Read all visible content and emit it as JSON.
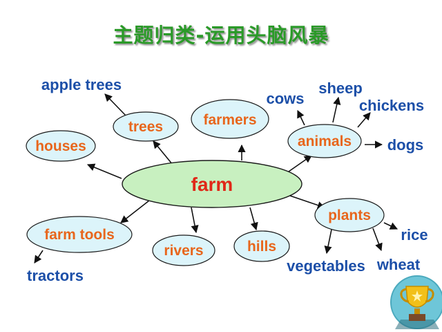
{
  "title": "主题归类-运用头脑风暴",
  "center": "farm",
  "nodes": {
    "trees": "trees",
    "farmers": "farmers",
    "animals": "animals",
    "houses": "houses",
    "plants": "plants",
    "farm_tools": "farm tools",
    "rivers": "rivers",
    "hills": "hills"
  },
  "leaves": {
    "apple_trees": "apple trees",
    "cows": "cows",
    "sheep": "sheep",
    "chickens": "chickens",
    "dogs": "dogs",
    "rice": "rice",
    "vegetables": "vegetables",
    "wheat": "wheat",
    "tractors": "tractors"
  },
  "colors": {
    "title": "#2a9a28",
    "center_fill": "#c8f0c0",
    "bubble_fill": "#dcf4fa",
    "node_text": "#e8661c",
    "center_text": "#e02818",
    "leaf_text": "#1c4fa8"
  },
  "icons": {
    "trophy": "trophy-icon"
  }
}
